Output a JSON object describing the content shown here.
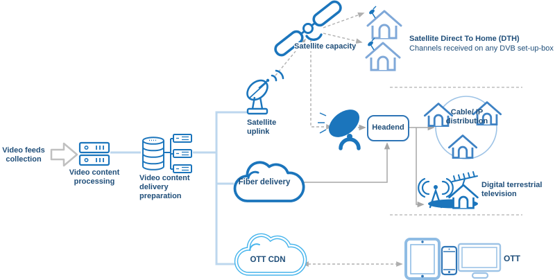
{
  "palette": {
    "icon_blue": "#1B75BC",
    "navy_text": "#1F4E79",
    "pale_connector": "#BDD7EE",
    "gray_line": "#A6A6A6",
    "dash_gray": "#AFAFAF",
    "light_house_blue": "#7FA8D8",
    "mid_house_blue": "#3E82C4",
    "circle_blue": "#9DC3E6",
    "cyan_cloud": "#45B4EC",
    "device_light_blue": "#8FBCE4",
    "block_arrow_gray": "#C0C0C0"
  },
  "labels": {
    "video_feeds": "Video feeds collection",
    "video_processing": "Video content processing",
    "delivery_prep": "Video content delivery preparation",
    "satellite_uplink": "Satellite uplink",
    "satellite_capacity": "Satellite capacity",
    "dth_title": "Satellite Direct To Home (DTH)",
    "dth_subtitle": "Channels received on any DVB set-up-box",
    "headend": "Headend",
    "fiber": "Fiber delivery",
    "cable_ip": "Cable/ IP distribution",
    "dtt": "Digital terrestrial television",
    "ott_cdn": "OTT CDN",
    "ott": "OTT"
  },
  "icons": [
    "block-arrow-icon",
    "server-icon",
    "database-icon",
    "satellite-uplink-dish-icon",
    "satellite-icon",
    "satellite-mini-dish-icon",
    "house-icon",
    "receive-dish-icon",
    "cloud-icon",
    "broadcast-tower-icon",
    "antenna-house-icon",
    "ground-ellipse-icon",
    "tablet-icon",
    "phone-icon",
    "monitor-icon"
  ],
  "diagram": {
    "nodes": [
      {
        "id": "video-feeds",
        "label": "Video feeds collection"
      },
      {
        "id": "video-processing",
        "label": "Video content processing"
      },
      {
        "id": "delivery-prep",
        "label": "Video content delivery preparation"
      },
      {
        "id": "satellite-uplink",
        "label": "Satellite uplink"
      },
      {
        "id": "satellite",
        "label": "Satellite capacity"
      },
      {
        "id": "dth-homes",
        "label": "Satellite Direct To Home (DTH) — Channels received on any DVB set-up-box"
      },
      {
        "id": "receive-dish",
        "label": ""
      },
      {
        "id": "headend",
        "label": "Headend"
      },
      {
        "id": "fiber-delivery",
        "label": "Fiber delivery"
      },
      {
        "id": "cable-ip",
        "label": "Cable/ IP distribution"
      },
      {
        "id": "terrestrial",
        "label": "Digital terrestrial television"
      },
      {
        "id": "ott-cdn",
        "label": "OTT CDN"
      },
      {
        "id": "ott-devices",
        "label": "OTT"
      }
    ],
    "edges": [
      {
        "from": "video-feeds",
        "to": "video-processing",
        "style": "block-arrow"
      },
      {
        "from": "video-processing",
        "to": "delivery-prep",
        "style": "solid-light-blue"
      },
      {
        "from": "delivery-prep",
        "to": "satellite-uplink",
        "style": "solid-light-blue"
      },
      {
        "from": "delivery-prep",
        "to": "fiber-delivery",
        "style": "solid-light-blue"
      },
      {
        "from": "delivery-prep",
        "to": "ott-cdn",
        "style": "solid-light-blue"
      },
      {
        "from": "satellite-uplink",
        "to": "satellite",
        "style": "dashed-arrow"
      },
      {
        "from": "satellite",
        "to": "dth-home-1",
        "style": "dashed-arrow"
      },
      {
        "from": "satellite",
        "to": "dth-home-2",
        "style": "dashed-arrow"
      },
      {
        "from": "satellite",
        "to": "receive-dish",
        "style": "dashed-arrow"
      },
      {
        "from": "receive-dish",
        "to": "headend",
        "style": "gray-arrow"
      },
      {
        "from": "fiber-delivery",
        "to": "headend",
        "style": "gray-arrow"
      },
      {
        "from": "headend",
        "to": "cable-ip",
        "style": "gray-arrow"
      },
      {
        "from": "headend",
        "to": "terrestrial",
        "style": "gray-arrow"
      },
      {
        "from": "ott-cdn",
        "to": "ott-devices",
        "style": "dashed-double-arrow"
      }
    ]
  }
}
